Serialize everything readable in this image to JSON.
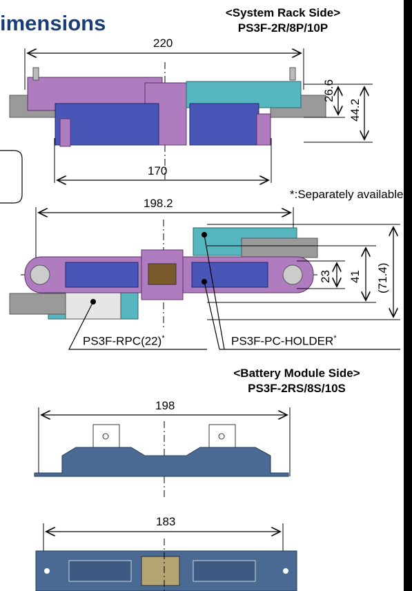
{
  "title": "imensions",
  "rack_side": {
    "heading": "<System Rack Side>",
    "model": "PS3F-2R/8P/10P"
  },
  "battery_side": {
    "heading": "<Battery Module Side>",
    "model": "PS3F-2RS/8S/10S"
  },
  "rack_top_view": {
    "width_label": "220",
    "inner_width_label": "170",
    "height_inner_label": "26.6",
    "height_outer_label": "44.2"
  },
  "rack_plan_view": {
    "width_label": "198.2",
    "h1_label": "23",
    "h2_label": "41",
    "h3_label": "(71.4)"
  },
  "note": "*:Separately available",
  "callouts": {
    "rpc": "PS3F-RPC(22)",
    "rpc_star": "*",
    "holder": "PS3F-PC-HOLDER",
    "holder_star": "*"
  },
  "battery_top_view": {
    "width_label": "198"
  },
  "battery_plan_view": {
    "width_label": "183"
  },
  "colors": {
    "purple": "#b07cc0",
    "blue": "#4a55b8",
    "teal": "#56b7c0",
    "steel": "#4a6a94",
    "gray": "#8f8f8f"
  }
}
